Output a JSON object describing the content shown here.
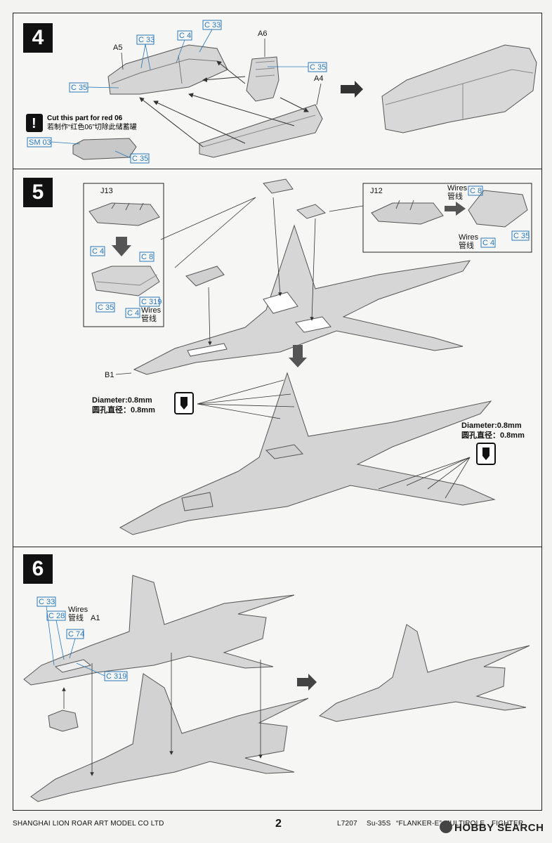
{
  "steps": [
    {
      "number": "4"
    },
    {
      "number": "5"
    },
    {
      "number": "6"
    }
  ],
  "step4": {
    "callouts": {
      "c33a": "C 33",
      "c4": "C 4",
      "c33b": "C 33",
      "c35a": "C 35",
      "c35b": "C 35",
      "sm03": "SM 03",
      "c35c": "C 35"
    },
    "labels": {
      "a5": "A5",
      "a6": "A6",
      "a4": "A4"
    },
    "warning": {
      "icon": "!",
      "line1": "Cut this part for red 06",
      "line2": "若制作“红色06”切除此储蓄罐"
    }
  },
  "step5": {
    "labels": {
      "j13": "J13",
      "j12": "J12",
      "b1": "B1"
    },
    "callouts": {
      "c4a": "C 4",
      "c8a": "C 8",
      "c319": "C 319",
      "c35a": "C 35",
      "c4b": "C 4",
      "c8b": "C 8",
      "c35b": "C 35",
      "c4c": "C 4"
    },
    "wires": {
      "en": "Wires",
      "cn": "管线"
    },
    "diameter": {
      "en": "Diameter:0.8mm",
      "cn": "圆孔直径：0.8mm"
    }
  },
  "step6": {
    "callouts": {
      "c33": "C 33",
      "c28": "C 28",
      "c74": "C 74",
      "c319": "C 319"
    },
    "labels": {
      "a1": "A1"
    },
    "wires": {
      "en": "Wires",
      "cn": "管线"
    }
  },
  "footer": {
    "company": "SHANGHAI LION ROAR ART MODEL CO LTD",
    "page": "2",
    "code": "L7207",
    "model": "Su-35S",
    "name": "“FLANKER-E”",
    "type1": "MULTIROLE",
    "type2": "FIGHTER"
  },
  "watermark": "HOBBY SEARCH",
  "colors": {
    "part_fill": "#d5d5d5",
    "part_stroke": "#555",
    "callout": "#2a7ab8",
    "arrow": "#333"
  }
}
